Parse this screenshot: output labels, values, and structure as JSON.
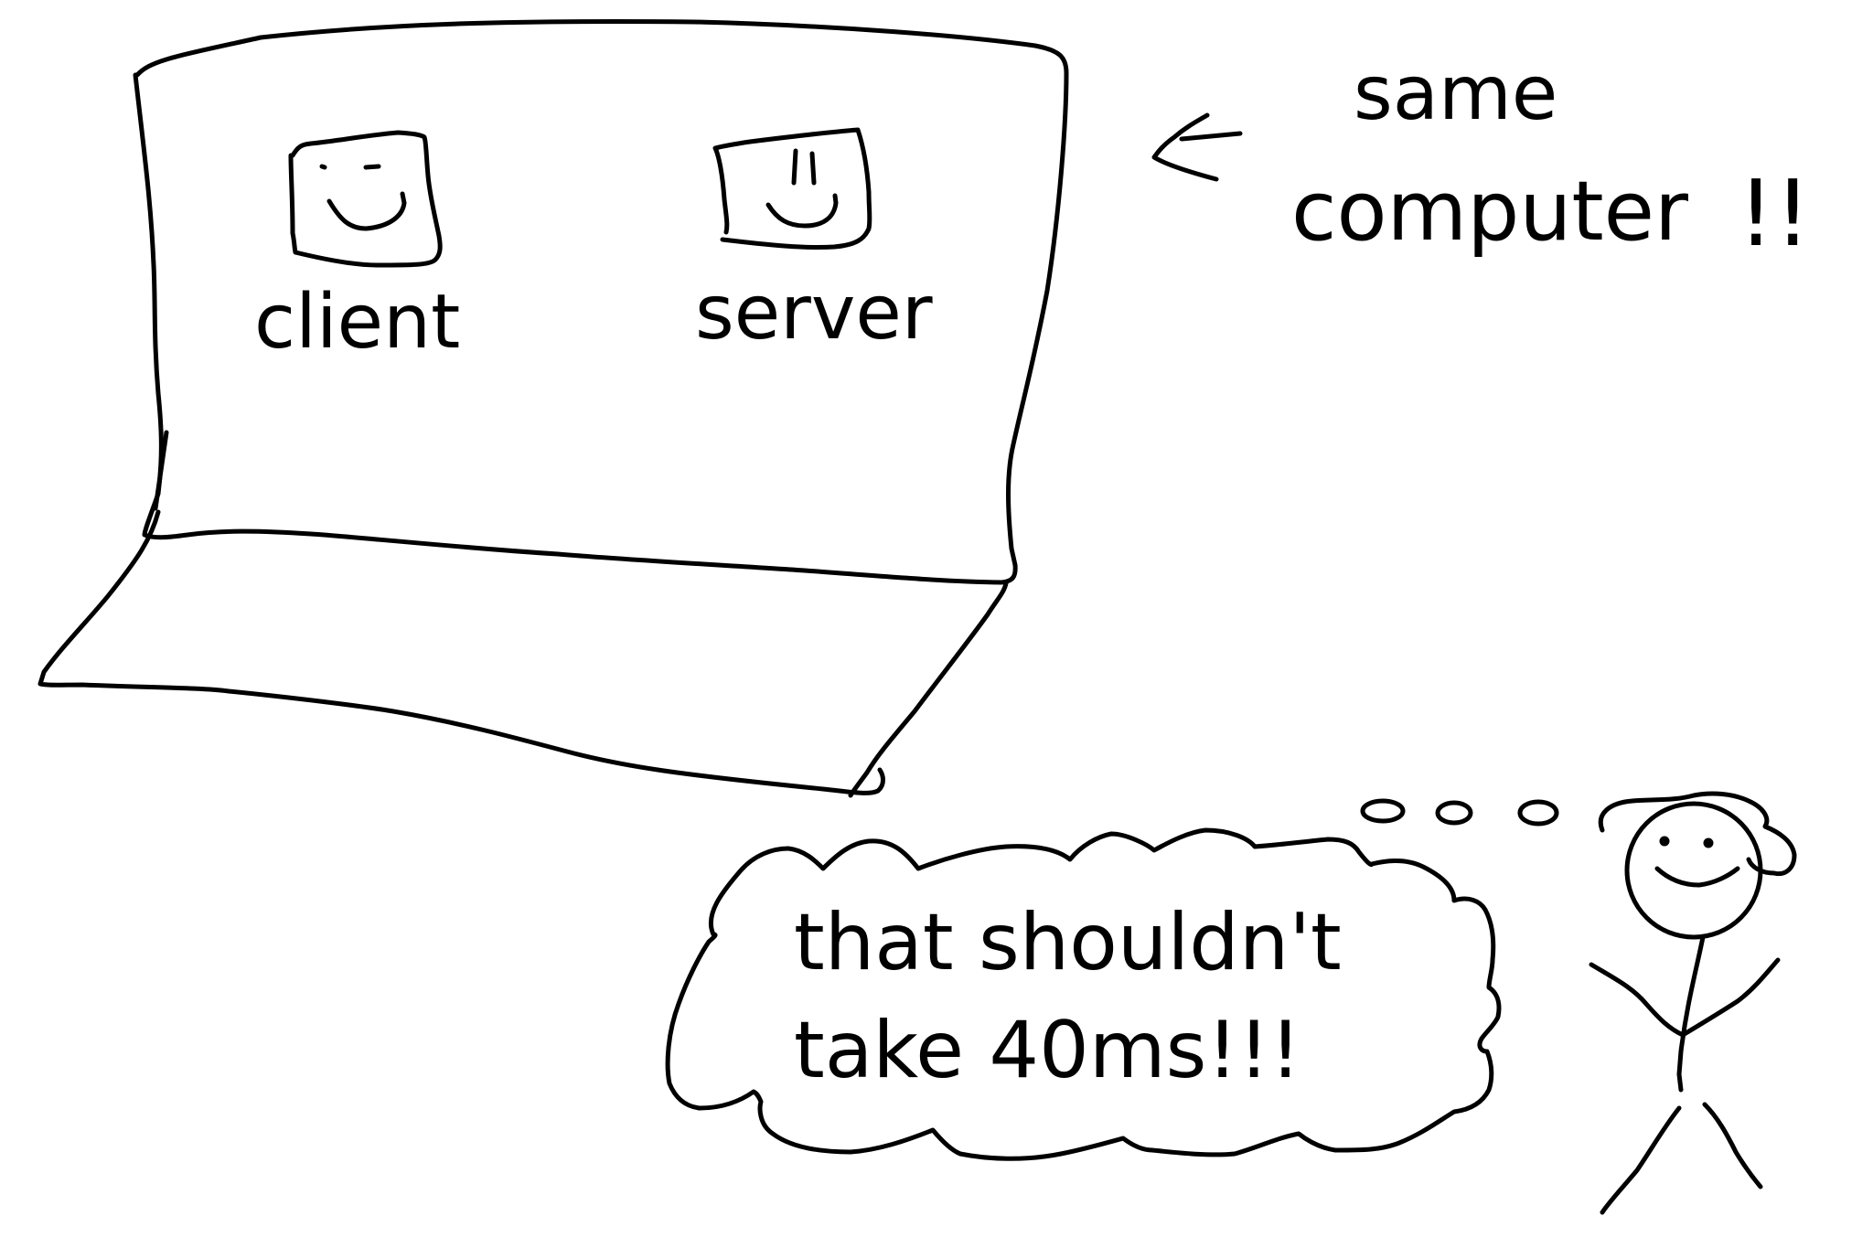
{
  "colors": {
    "ink": "#000000",
    "paper": "#ffffff"
  },
  "laptop": {
    "left_process": {
      "label": "client",
      "face": "smile"
    },
    "right_process": {
      "label": "server",
      "face": "alarmed-smile"
    }
  },
  "callout": {
    "line1": "same",
    "line2": "computer",
    "emphasis": "!!"
  },
  "person": {
    "thought_line1": "that shouldn't",
    "thought_line2": "take 40ms!!!"
  },
  "icons": [
    "laptop-icon",
    "smiley-face-icon",
    "arrow-left-icon",
    "thought-bubble-icon",
    "stick-figure-icon"
  ]
}
